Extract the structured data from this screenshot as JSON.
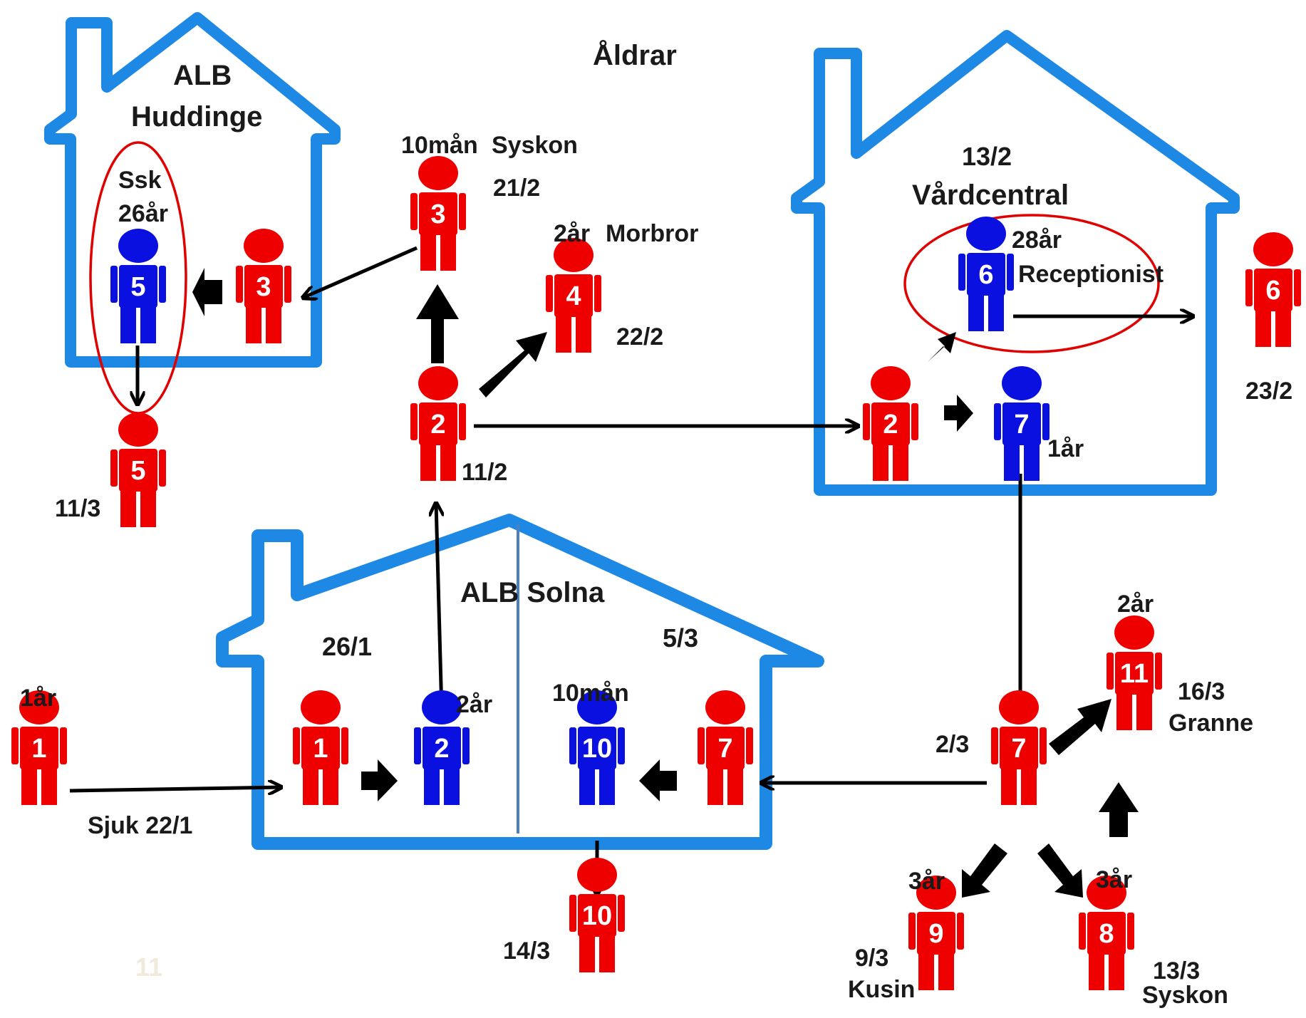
{
  "title": "Åldrar",
  "colors": {
    "infected": "#ee0000",
    "staff": "#0a10e0",
    "building": "#1e88e5",
    "circle": "#e00000",
    "arrow": "#000000"
  },
  "buildings": {
    "huddinge": {
      "name_line1": "ALB",
      "name_line2": "Huddinge"
    },
    "vardcentral": {
      "date": "13/2",
      "name": "Vårdcentral"
    },
    "solna": {
      "name": "ALB Solna",
      "date_left": "26/1",
      "date_right": "5/3"
    }
  },
  "people": [
    {
      "id": "p1-outside",
      "number": "1",
      "role": "infected"
    },
    {
      "id": "p1-solna",
      "number": "1",
      "role": "infected"
    },
    {
      "id": "p2-solna",
      "number": "2",
      "role": "staff"
    },
    {
      "id": "p10-solna",
      "number": "10",
      "role": "staff"
    },
    {
      "id": "p7-solna",
      "number": "7",
      "role": "infected"
    },
    {
      "id": "p10-outside",
      "number": "10",
      "role": "infected"
    },
    {
      "id": "p2-center",
      "number": "2",
      "role": "infected"
    },
    {
      "id": "p3-top",
      "number": "3",
      "role": "infected"
    },
    {
      "id": "p4",
      "number": "4",
      "role": "infected"
    },
    {
      "id": "p3-huddinge",
      "number": "3",
      "role": "infected"
    },
    {
      "id": "p5-huddinge",
      "number": "5",
      "role": "staff"
    },
    {
      "id": "p5-outside",
      "number": "5",
      "role": "infected"
    },
    {
      "id": "p2-vardcentral",
      "number": "2",
      "role": "infected"
    },
    {
      "id": "p6-vardcentral",
      "number": "6",
      "role": "staff"
    },
    {
      "id": "p7-vardcentral",
      "number": "7",
      "role": "staff"
    },
    {
      "id": "p6-outside",
      "number": "6",
      "role": "infected"
    },
    {
      "id": "p7-right",
      "number": "7",
      "role": "infected"
    },
    {
      "id": "p11",
      "number": "11",
      "role": "infected"
    },
    {
      "id": "p9",
      "number": "9",
      "role": "infected"
    },
    {
      "id": "p8",
      "number": "8",
      "role": "infected"
    }
  ],
  "labels": {
    "p1_age": "1år",
    "p1_sick": "Sjuk 22/1",
    "p2_solna_age": "2år",
    "p10_solna_age": "10mån",
    "p10_date": "14/3",
    "p2_center_date": "11/2",
    "p3_age": "10mån",
    "p3_relation": "Syskon",
    "p3_date": "21/2",
    "p4_age": "2år",
    "p4_relation": "Morbror",
    "p4_date": "22/2",
    "p5_role": "Ssk",
    "p5_age": "26år",
    "p5_date": "11/3",
    "p6_age": "28år",
    "p6_role": "Receptionist",
    "p6_date": "23/2",
    "p7_age": "1år",
    "p7_date": "2/3",
    "p11_age": "2år",
    "p11_date": "16/3",
    "p11_relation": "Granne",
    "p9_age": "3år",
    "p9_date": "9/3",
    "p9_relation": "Kusin",
    "p8_age": "3år",
    "p8_date": "13/3",
    "p8_relation": "Syskon",
    "slide_number": "11"
  }
}
